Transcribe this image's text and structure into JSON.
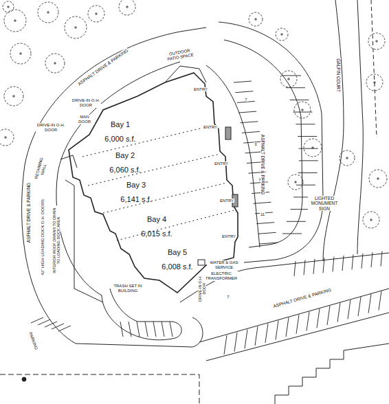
{
  "diagram": {
    "nodes": [
      {
        "text": [
          "Bay 1",
          "6,000 s.f."
        ]
      },
      {
        "text": [
          "Bay 2",
          "6,060 s.f."
        ]
      },
      {
        "text": [
          "Bay 3",
          "6,141 s.f."
        ]
      },
      {
        "text": [
          "Bay 4",
          "6,015 s.f."
        ]
      },
      {
        "text": [
          "Bay 5",
          "6,008 s.f."
        ]
      }
    ],
    "edges": [],
    "labels": [
      "ASPHALT DRIVE & PARKING",
      "OUTDOOR PATIO SPACE",
      "ENTRY",
      "ENTRY",
      "ENTRY",
      "ENTRY",
      "ENTRY",
      "DRIVE-IN O.H. DOOR",
      "MAN DOOR",
      "DRIVE-IN O.H. DOOR",
      "RETAINING WALL",
      "ASPHALT DRIVE & PARKING",
      "GALPIN COURT",
      "LIGHTED MONUMENT SIGN",
      "ASPHALT DRIVE & PARKING",
      "ASPHALT DRIVE & PARKING",
      "42\" HIGH LOADING DOCK O.H. DOORS",
      "INTERIOR ROOF DRAINS TO DRAIN TO LOADING DOCK AREA",
      "TRASH SET IN BUILDING",
      "WATER & GAS SERVICE",
      "ELECTRIC TRANSFORMER",
      "DRIVE-IN O.H. DOOR",
      "PARKING",
      "7",
      "3",
      "7",
      "11",
      "7"
    ]
  }
}
